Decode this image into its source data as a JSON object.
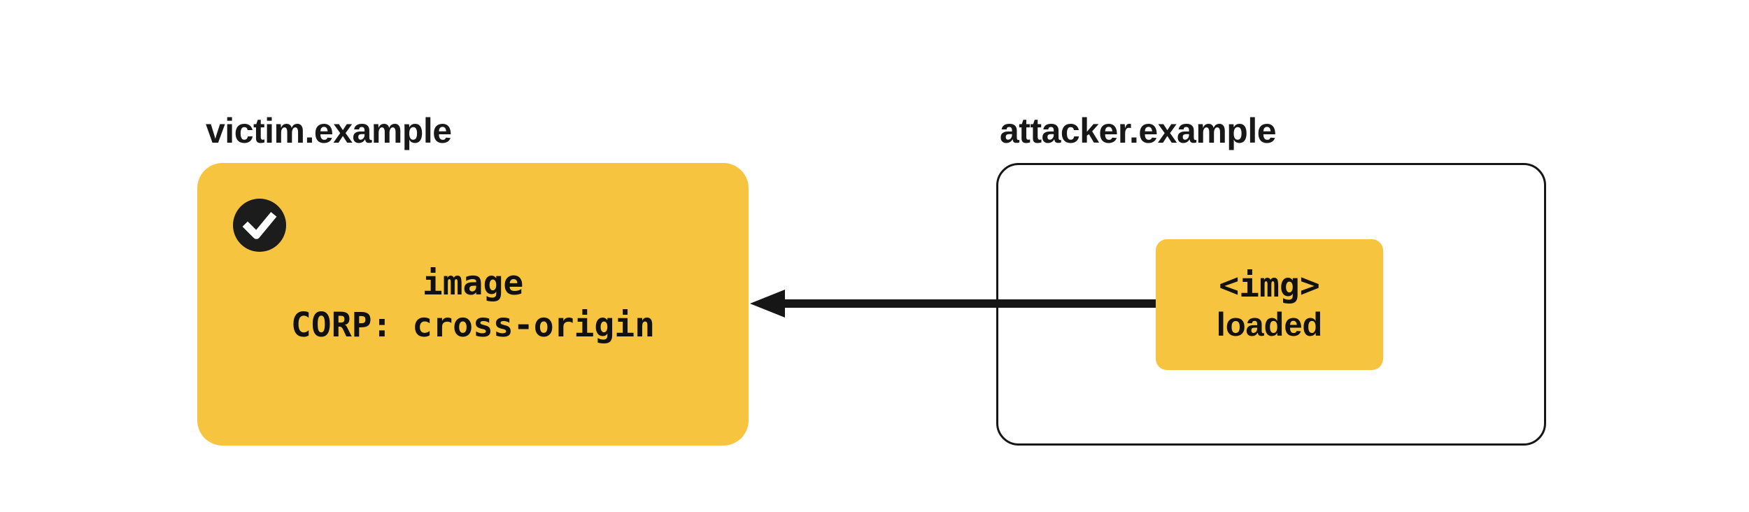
{
  "diagram": {
    "background": "#ffffff",
    "colors": {
      "accent_yellow": "#F7C440",
      "ink": "#161616",
      "badge_circle": "#1C1C1C",
      "badge_check": "#ffffff"
    },
    "victim": {
      "label": "victim.example",
      "status_icon": "check-icon",
      "resource_line1": "image",
      "resource_line2": "CORP: cross-origin"
    },
    "attacker": {
      "label": "attacker.example",
      "chip_line1": "<img>",
      "chip_line2": "loaded"
    },
    "arrow": {
      "direction": "right-to-left",
      "style": "solid"
    }
  }
}
